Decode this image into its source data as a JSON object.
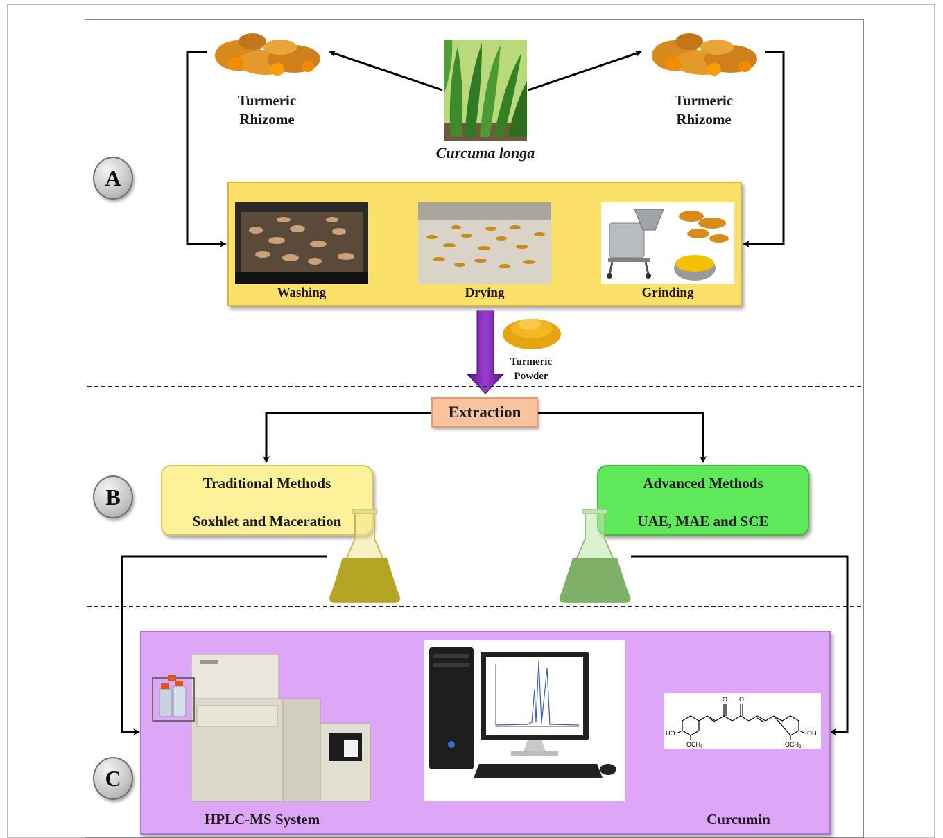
{
  "sections": {
    "a": "A",
    "b": "B",
    "c": "C"
  },
  "section_a": {
    "plant_label": "Curcuma longa",
    "rhizome_left": [
      "Turmeric",
      "Rhizome"
    ],
    "rhizome_right": [
      "Turmeric",
      "Rhizome"
    ],
    "steps": [
      "Washing",
      "Drying",
      "Grinding"
    ],
    "powder_label": [
      "Turmeric",
      "Powder"
    ]
  },
  "section_b": {
    "extraction": "Extraction",
    "traditional": {
      "title": "Traditional  Methods",
      "methods": "Soxhlet  and  Maceration",
      "color": "#fdf29a"
    },
    "advanced": {
      "title": "Advanced Methods",
      "methods": "UAE, MAE and SCE",
      "color": "#5ee85a"
    }
  },
  "section_c": {
    "hplc_label": "HPLC-MS System",
    "curcumin_label": "Curcumin",
    "chem_labels": {
      "ho_left": "HO",
      "oh_right": "OH",
      "och3_left": "OCH",
      "och3_right": "OCH",
      "sub3": "3",
      "o1": "O",
      "o2": "O"
    },
    "color": "#dda6f7"
  },
  "colors": {
    "yellow_box": "#fbe06a",
    "extraction_box": "#f9c3a0",
    "purple_arrow": "#7a1fa8"
  }
}
